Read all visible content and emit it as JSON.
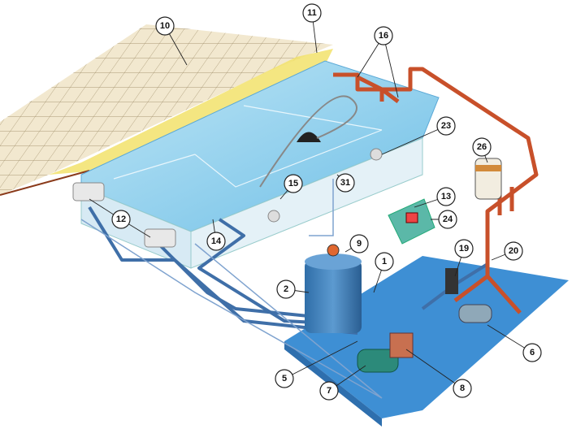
{
  "title": "Swimming pool circulation system diagram",
  "callouts": [
    "10",
    "11",
    "16",
    "23",
    "26",
    "15",
    "31",
    "13",
    "24",
    "12",
    "14",
    "9",
    "1",
    "19",
    "20",
    "2",
    "6",
    "5",
    "7",
    "8"
  ],
  "colors": {
    "water": "#8fd0ee",
    "deck": "#efe3c4",
    "coping": "#f3e36a",
    "base": "#3e8fd4",
    "return_pipe": "#c8502a",
    "suction_pipe": "#3f6fa8"
  }
}
